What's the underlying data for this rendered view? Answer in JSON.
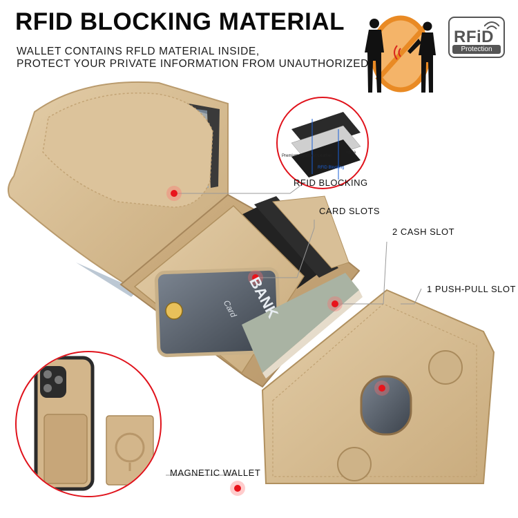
{
  "header": {
    "title": "RFID BLOCKING MATERIAL",
    "subtitle_line1": "WALLET CONTAINS RFLD MATERIAL INSIDE,",
    "subtitle_line2": "PROTECT YOUR PRIVATE INFORMATION FROM UNAUTHORIZED SCANS"
  },
  "badge": {
    "main": "RFiD",
    "sub": "Protection"
  },
  "layers": {
    "text1": "Premium Synthetic Leather",
    "text2": "RFID Blocking",
    "text3": "Imita"
  },
  "features": {
    "rfid_blocking": "RFID BLOCKING",
    "card_slots": "CARD SLOTS",
    "cash_slot": "2 CASH SLOT",
    "push_pull_slot": "1 PUSH-PULL SLOT",
    "magnetic_wallet": "MAGNETIC WALLET"
  },
  "card": {
    "brand": "BANK",
    "script": "Card"
  },
  "colors": {
    "accent_red": "#e0121b",
    "leather_gold": "#d8bf97",
    "badge_gray": "#555555"
  }
}
